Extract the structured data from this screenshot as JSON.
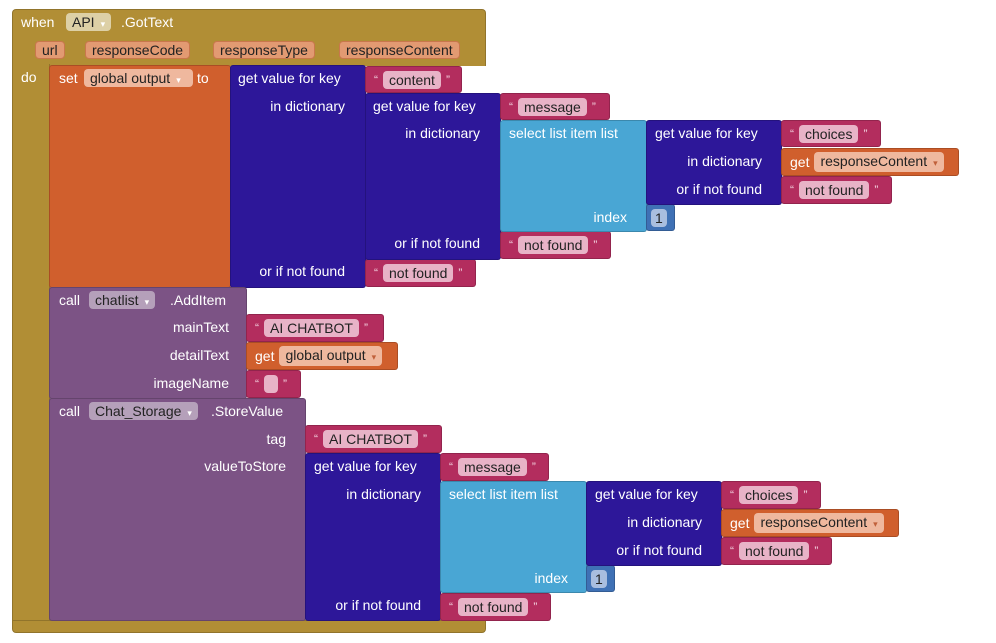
{
  "event": {
    "when": "when",
    "component": "API",
    "event_name": ".GotText",
    "params": [
      "url",
      "responseCode",
      "responseType",
      "responseContent"
    ],
    "do": "do"
  },
  "set": {
    "set": "set",
    "variable": "global output",
    "to": "to"
  },
  "dict": {
    "get_key": "get value for key",
    "in_dict": "in dictionary",
    "not_found_label": "or if not found"
  },
  "strings": {
    "content": "content",
    "message": "message",
    "choices": "choices",
    "not_found": "not found",
    "ai_chatbot": "AI CHATBOT",
    "empty": ""
  },
  "select": {
    "label": "select list item  list",
    "index": "index",
    "index_value": "1"
  },
  "get": {
    "label": "get",
    "var": "responseContent",
    "global_var": "global output"
  },
  "call_additem": {
    "call": "call",
    "component": "chatlist",
    "method": ".AddItem",
    "mainText": "mainText",
    "detailText": "detailText",
    "imageName": "imageName"
  },
  "call_store": {
    "call": "call",
    "component": "Chat_Storage",
    "method": ".StoreValue",
    "tag": "tag",
    "valueToStore": "valueToStore"
  },
  "dropdown_arrow": "▾",
  "colors": {
    "event": "#b18e35",
    "set": "#d05f2d",
    "dictionary": "#2d1799",
    "list": "#49a6d4",
    "component": "#7c5385",
    "text": "#b32d5e",
    "math": "#3f71b5"
  }
}
